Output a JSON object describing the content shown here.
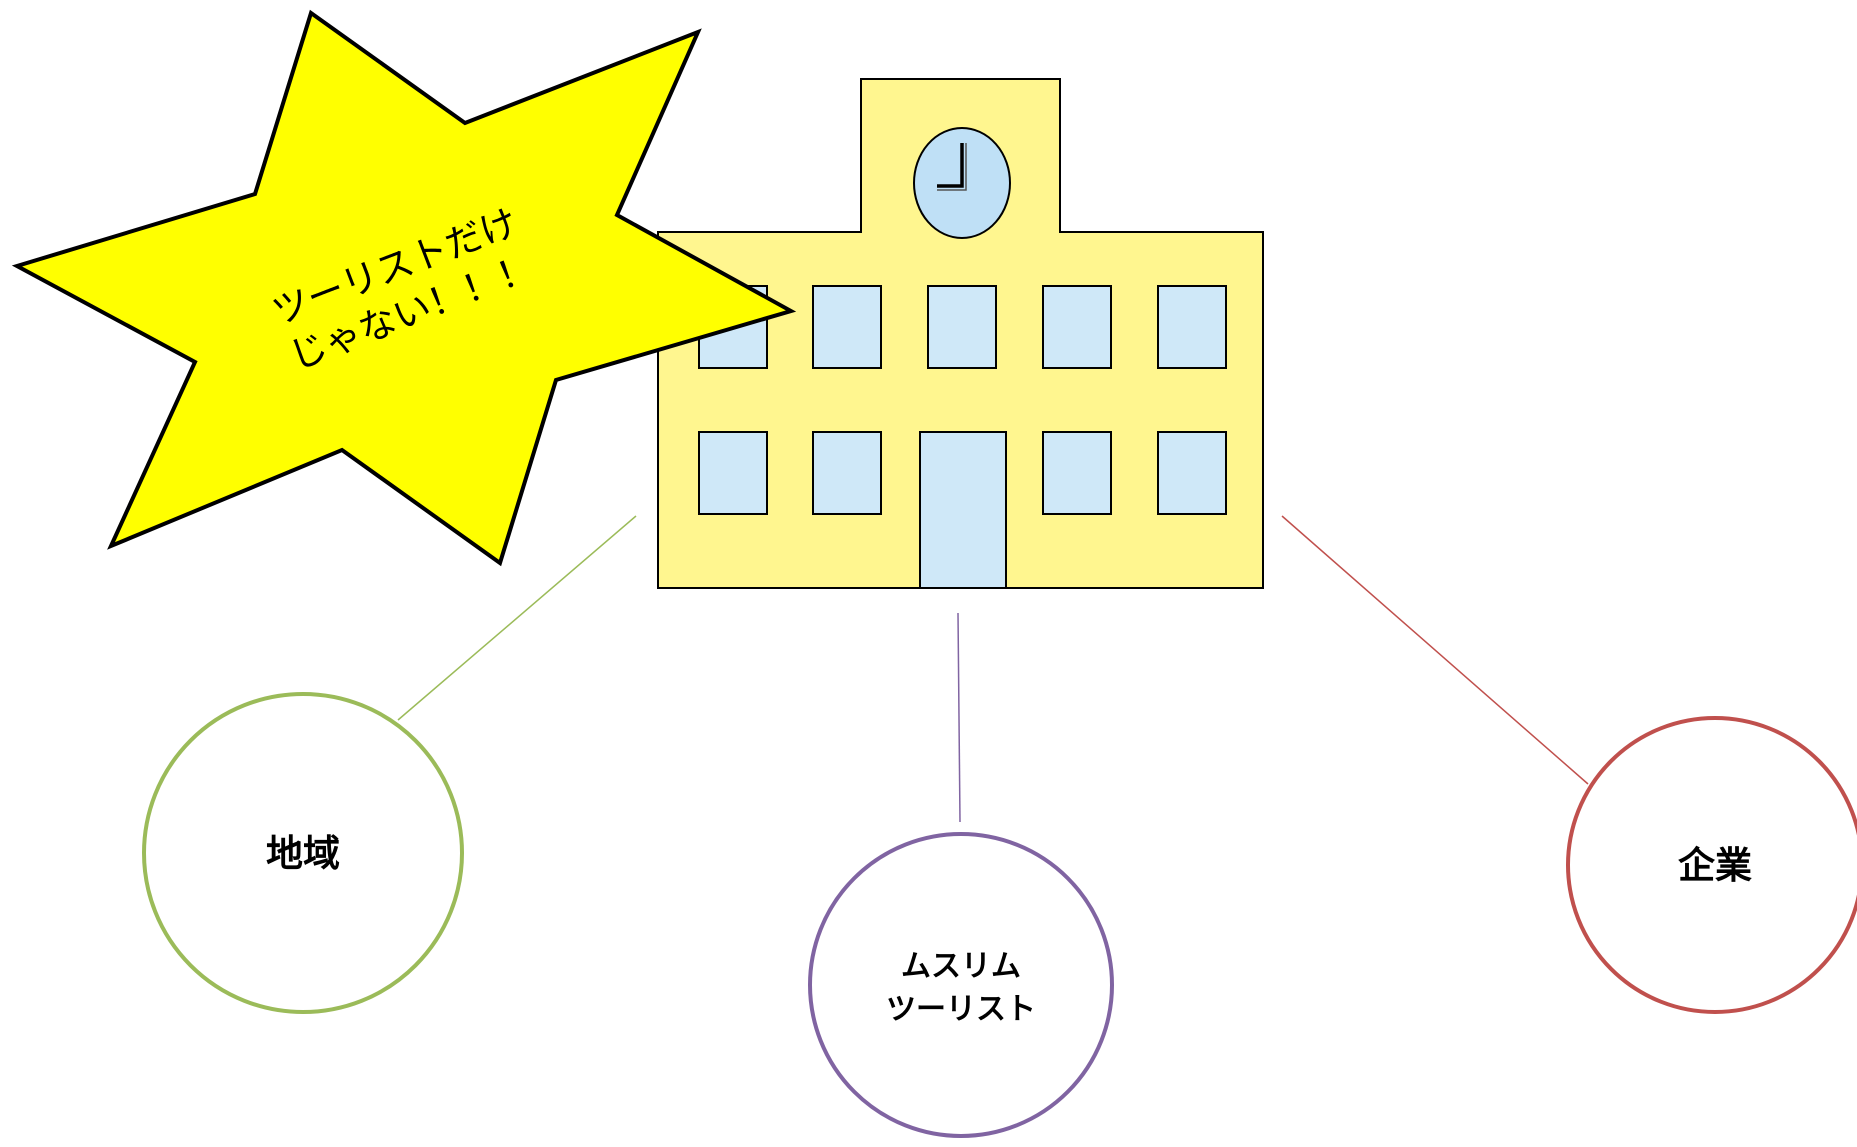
{
  "diagram": {
    "center": {
      "icon": "school-building-icon"
    },
    "burst": {
      "lines": [
        "ツーリストだけ",
        "じゃない！！！"
      ],
      "color": "#ffff00"
    },
    "nodes": [
      {
        "id": "region",
        "label": "地域",
        "color": "#9bbb59"
      },
      {
        "id": "muslim-tourist",
        "lines": [
          "ムスリム",
          "ツーリスト"
        ],
        "color": "#8064a2"
      },
      {
        "id": "company",
        "label": "企業",
        "color": "#c0504d"
      }
    ],
    "colors": {
      "building_wall": "#fff68f",
      "window": "#cfe8f8",
      "clock_face": "#bfe0f6",
      "outline": "#000000"
    }
  }
}
